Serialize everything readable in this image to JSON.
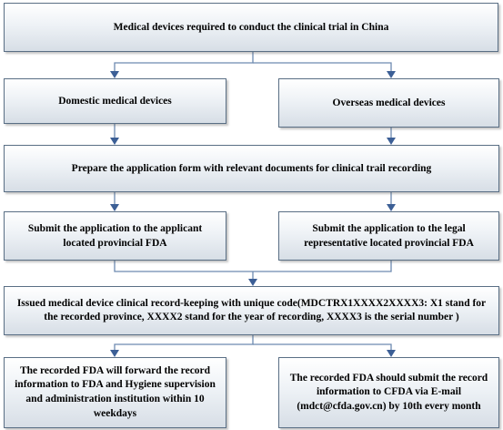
{
  "boxes": {
    "top": "Medical devices required to conduct the clinical trial in China",
    "domestic": "Domestic medical devices",
    "overseas": "Overseas medical devices",
    "prepare": "Prepare the application form with relevant documents for clinical trail recording",
    "submit_applicant": "Submit the application to the applicant located provincial FDA",
    "submit_legal": "Submit the application to the legal representative located provincial FDA",
    "issued": "Issued medical device clinical record-keeping with unique code(MDCTRX1XXXX2XXXX3: X1 stand for the recorded province, XXXX2 stand for the year of recording, XXXX3 is the serial number )",
    "forward": "The recorded FDA will forward the record information to FDA and Hygiene supervision and administration institution within 10 weekdays",
    "submit_cfda": "The recorded FDA should submit the record information to CFDA via E-mail (mdct@cfda.gov.cn) by 10th every month"
  },
  "colors": {
    "box_border": "#5a6f85",
    "connector": "#6d8ab0",
    "arrowhead": "#3c5f96"
  }
}
